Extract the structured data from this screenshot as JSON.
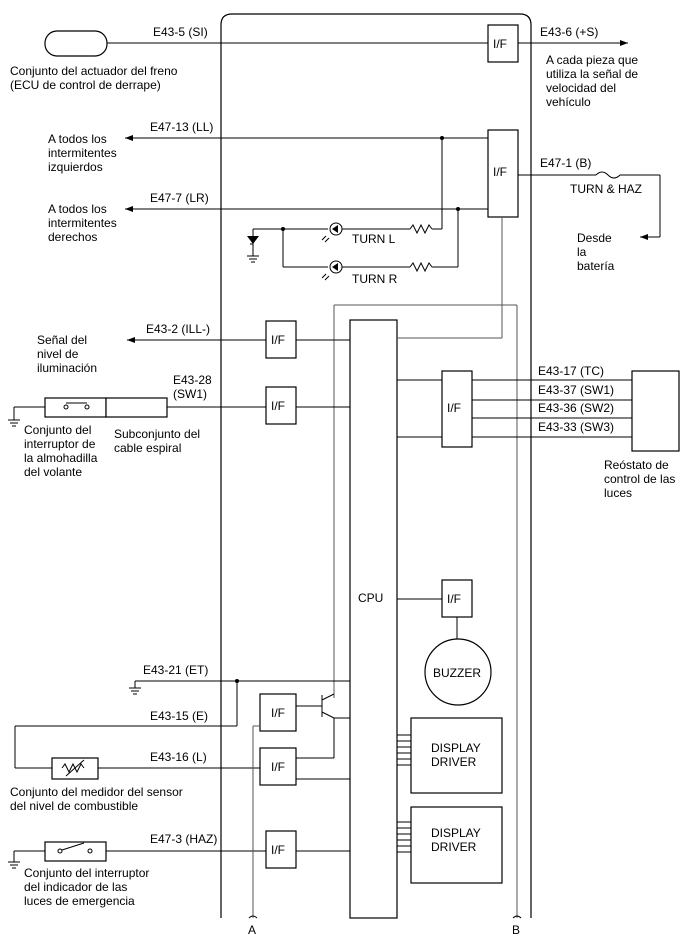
{
  "connectors": {
    "e43_5": "E43-5 (SI)",
    "e43_6": "E43-6 (+S)",
    "e47_13": "E47-13 (LL)",
    "e47_1": "E47-1 (B)",
    "e47_7": "E47-7 (LR)",
    "e43_2": "E43-2 (ILL-)",
    "e43_28a": "E43-28",
    "e43_28b": "(SW1)",
    "e43_17": "E43-17 (TC)",
    "e43_37": "E43-37 (SW1)",
    "e43_36": "E43-36 (SW2)",
    "e43_33": "E43-33 (SW3)",
    "e43_21": "E43-21 (ET)",
    "e43_15": "E43-15 (E)",
    "e43_16": "E43-16 (L)",
    "e47_3": "E47-3 (HAZ)"
  },
  "blocks": {
    "if": "I/F",
    "cpu": "CPU",
    "buzzer": "BUZZER",
    "display_driver_1a": "DISPLAY",
    "display_driver_1b": "DRIVER",
    "display_driver_2a": "DISPLAY",
    "display_driver_2b": "DRIVER",
    "turn_l": "TURN L",
    "turn_r": "TURN R",
    "turn_haz": "TURN & HAZ"
  },
  "labels": {
    "brake_actuator": [
      "Conjunto del actuador del freno",
      "(ECU de control de derrape)"
    ],
    "speed_signal": [
      "A cada pieza que",
      "utiliza la señal de",
      "velocidad del",
      "vehículo"
    ],
    "left_turn": [
      "A todos los",
      "intermitentes",
      "izquierdos"
    ],
    "right_turn": [
      "A todos los",
      "intermitentes",
      "derechos"
    ],
    "battery": [
      "Desde",
      "la",
      "batería"
    ],
    "illum_signal": [
      "Señal del",
      "nivel de",
      "iluminación"
    ],
    "steering_pad": [
      "Conjunto del",
      "interruptor de",
      "la almohadilla",
      "del volante"
    ],
    "spiral_cable": [
      "Subconjunto del",
      "cable espiral"
    ],
    "rheostat": [
      "Reóstato de",
      "control de las",
      "luces"
    ],
    "fuel_sender": [
      "Conjunto del medidor del sensor",
      "del nivel de combustible"
    ],
    "hazard_switch": [
      "Conjunto del interruptor",
      "del indicador de las",
      "luces de emergencia"
    ],
    "point_a": "A",
    "point_b": "B"
  }
}
